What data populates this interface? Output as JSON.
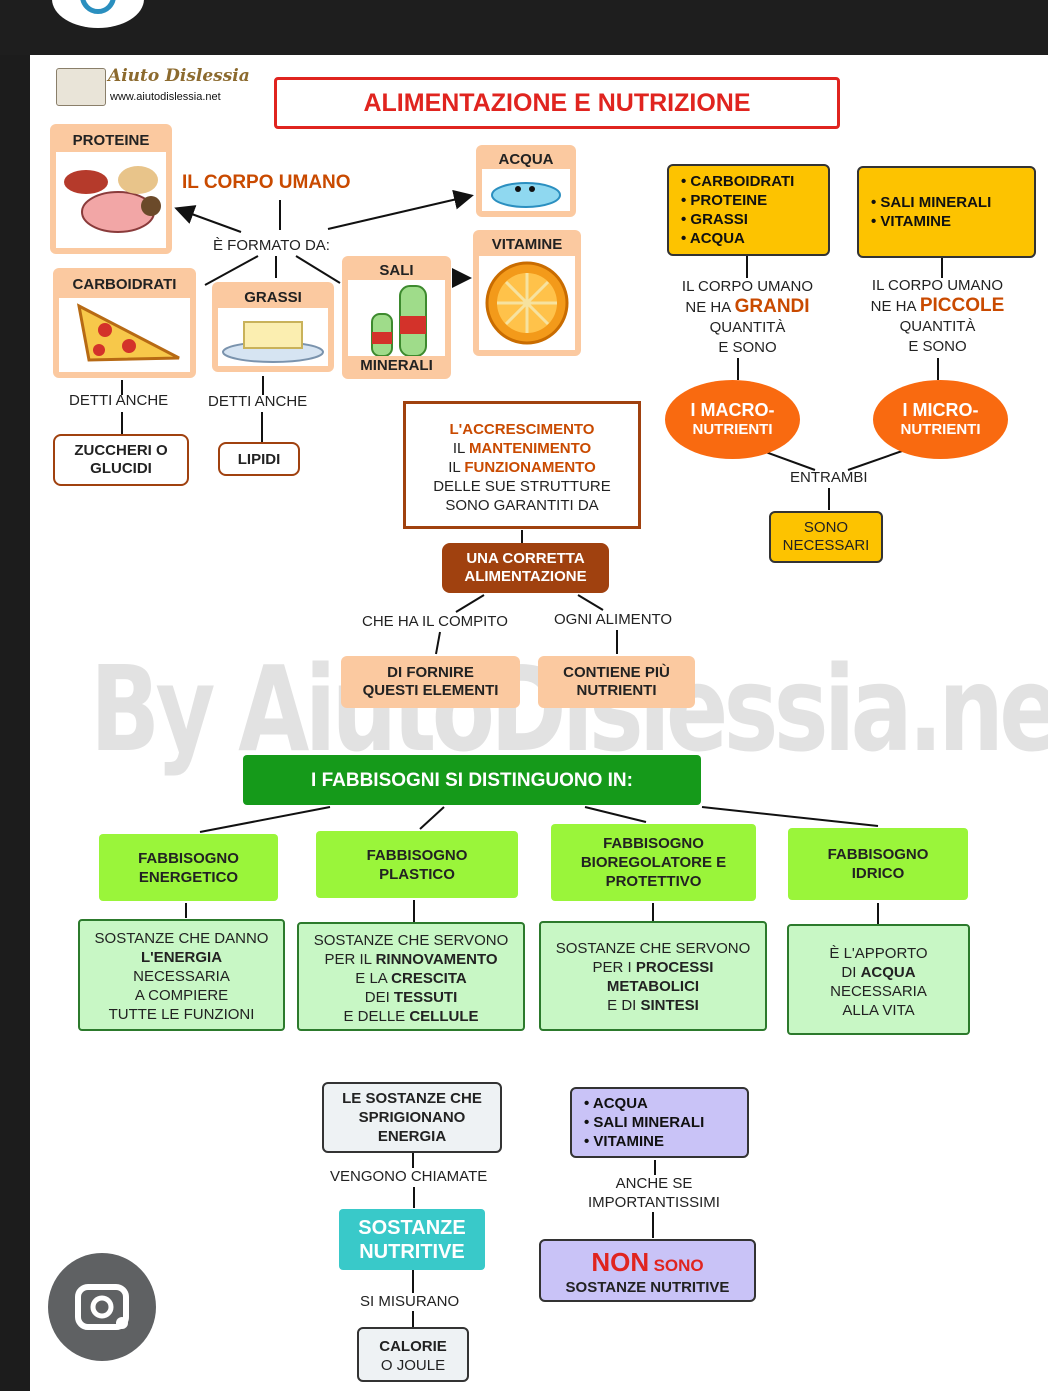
{
  "logo": {
    "name": "Aiuto Dislessia",
    "url": "www.aiutodislessia.net"
  },
  "title": "ALIMENTAZIONE E NUTRIZIONE",
  "watermark": "By AiutoDislessia.net",
  "corpo": {
    "label": "IL CORPO UMANO",
    "formato": "È FORMATO DA:",
    "proteine": "PROTEINE",
    "acqua": "ACQUA",
    "vitamine": "VITAMINE",
    "carboidrati": "CARBOIDRATI",
    "grassi": "GRASSI",
    "sali": "SALI",
    "minerali": "MINERALI",
    "detti1": "DETTI ANCHE",
    "detti2": "DETTI ANCHE",
    "zuccheri": "ZUCCHERI O GLUCIDI",
    "lipidi": "LIPIDI"
  },
  "macro": {
    "list": [
      "CARBOIDRATI",
      "PROTEINE",
      "GRASSI",
      "ACQUA"
    ],
    "l1": "IL CORPO UMANO",
    "l2a": "NE HA",
    "l2b": "GRANDI",
    "l3": "QUANTITÀ",
    "l4": "E SONO",
    "oval_a": "I MACRO-",
    "oval_b": "NUTRIENTI"
  },
  "micro": {
    "list": [
      "SALI MINERALI",
      "VITAMINE"
    ],
    "l1": "IL CORPO UMANO",
    "l2a": "NE HA",
    "l2b": "PICCOLE",
    "l3": "QUANTITÀ",
    "l4": "E SONO",
    "oval_a": "I MICRO-",
    "oval_b": "NUTRIENTI"
  },
  "entrambi": "ENTRAMBI",
  "sono_necessari": "SONO NECESSARI",
  "accrescimento": {
    "l1": "L'ACCRESCIMENTO",
    "l2a": "IL",
    "l2b": "MANTENIMENTO",
    "l3a": "IL",
    "l3b": "FUNZIONAMENTO",
    "l4": "DELLE SUE STRUTTURE",
    "l5": "SONO GARANTITI DA"
  },
  "corretta": "UNA CORRETTA ALIMENTAZIONE",
  "compito": "CHE HA IL COMPITO",
  "ogni": "OGNI ALIMENTO",
  "fornire": "DI FORNIRE QUESTI ELEMENTI",
  "contiene": "CONTIENE PIÙ NUTRIENTI",
  "fabbisogni_title": "I FABBISOGNI SI DISTINGUONO IN:",
  "fabbisogni": [
    {
      "name": "FABBISOGNO ENERGETICO"
    },
    {
      "name": "FABBISOGNO PLASTICO"
    },
    {
      "name": "FABBISOGNO BIOREGOLATORE E PROTETTIVO"
    },
    {
      "name": "FABBISOGNO IDRICO"
    }
  ],
  "desc1": {
    "a": "SOSTANZE CHE DANNO",
    "b": "L'ENERGIA",
    "c": "NECESSARIA",
    "d": "A COMPIERE",
    "e": "TUTTE LE FUNZIONI"
  },
  "desc2": {
    "a": "SOSTANZE CHE SERVONO",
    "b1": "PER IL",
    "b2": "RINNOVAMENTO",
    "c1": "E LA",
    "c2": "CRESCITA",
    "d1": "DEI",
    "d2": "TESSUTI",
    "e1": "E DELLE",
    "e2": "CELLULE"
  },
  "desc3": {
    "a": "SOSTANZE CHE SERVONO",
    "b1": "PER I",
    "b2": "PROCESSI",
    "c": "METABOLICI",
    "d1": "E DI",
    "d2": "SINTESI"
  },
  "desc4": {
    "a": "È L'APPORTO",
    "b1": "DI",
    "b2": "ACQUA",
    "c": "NECESSARIA",
    "d": "ALLA VITA"
  },
  "sostanze_energia": "LE SOSTANZE CHE SPRIGIONANO ENERGIA",
  "vengono": "VENGONO CHIAMATE",
  "sostanze_nutritive": "SOSTANZE NUTRITIVE",
  "si_misurano": "SI MISURANO",
  "calorie_a": "CALORIE",
  "calorie_b": "O JOULE",
  "non_list": [
    "ACQUA",
    "SALI MINERALI",
    "VITAMINE"
  ],
  "anche_se_a": "ANCHE SE",
  "anche_se_b": "IMPORTANTISSIMI",
  "non_a": "NON",
  "non_b": "SONO",
  "non_c": "SOSTANZE NUTRITIVE",
  "colors": {
    "orange": "#f7b34a",
    "yellow": "#fdc300",
    "dark_orange": "#f96a10",
    "brown": "#a0410f",
    "green": "#159a1a",
    "lime": "#9af53a",
    "light_green": "#c8f7c5",
    "violet": "#c9c3f7",
    "teal": "#39c9c9",
    "red": "#e0241f"
  }
}
